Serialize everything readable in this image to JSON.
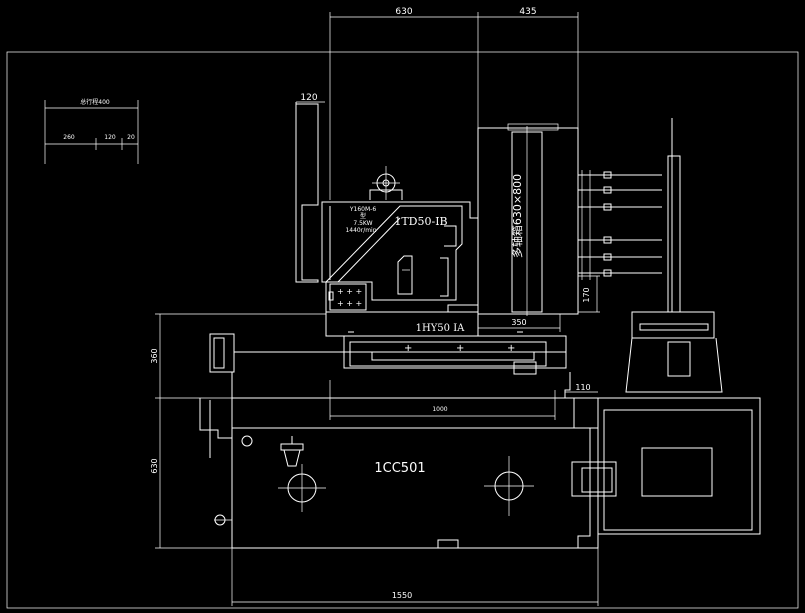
{
  "colors": {
    "background": "#000000",
    "lines": "#ffffff"
  },
  "dimensions": {
    "top_630": "630",
    "top_435": "435",
    "left_120": "120",
    "right_170": "170",
    "head_350": "350",
    "left_360": "360",
    "right_110": "110",
    "slide_1000": "1000",
    "left_630": "630",
    "bottom_1550": "1550"
  },
  "stroke_legend": {
    "title": "总行程400",
    "seg_260": "260",
    "seg_120": "120",
    "seg_20": "20"
  },
  "labels": {
    "power_head": "1TD50-IB",
    "spindle_box": "多轴箱630×800",
    "slide": "1HY50 IA",
    "base": "1CC501",
    "motor_model": "Y160M-6",
    "motor_type": "型",
    "motor_power": "7.5KW",
    "motor_speed": "1440r/min"
  }
}
